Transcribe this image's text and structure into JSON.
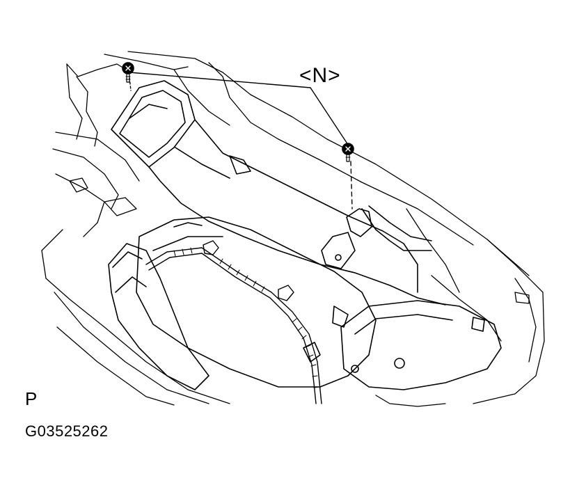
{
  "diagram": {
    "callout": "<N>",
    "view_label": "P",
    "figure_id": "G03525262"
  },
  "icons": [
    "bolt-icon",
    "bolt-icon"
  ],
  "colors": {
    "line": "#000000",
    "background": "#ffffff"
  }
}
